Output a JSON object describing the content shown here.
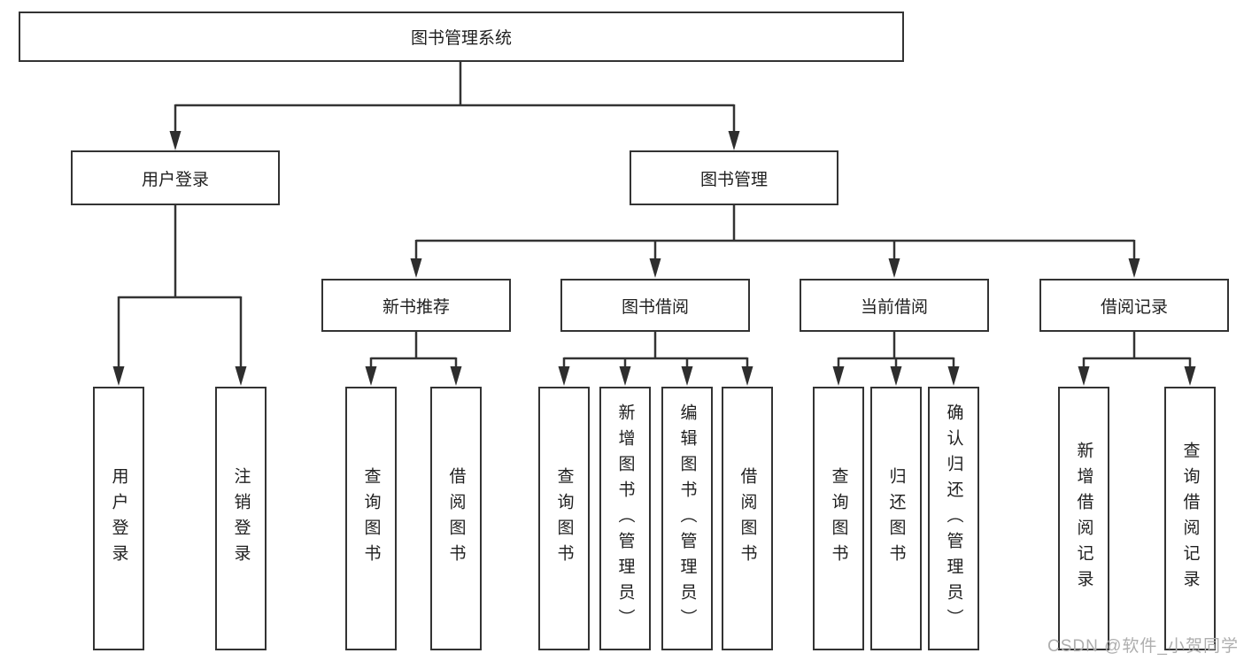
{
  "diagram": {
    "type": "tree",
    "colors": {
      "line": "#333333",
      "box_border": "#333333",
      "box_fill": "#ffffff",
      "text": "#1f1f1f",
      "background": "#ffffff",
      "watermark": "#aeaeae"
    },
    "tree": {
      "label": "图书管理系统",
      "children": [
        {
          "label": "用户登录",
          "children": [
            {
              "label": "用户登录"
            },
            {
              "label": "注销登录"
            }
          ]
        },
        {
          "label": "图书管理",
          "children": [
            {
              "label": "新书推荐",
              "children": [
                {
                  "label": "查询图书"
                },
                {
                  "label": "借阅图书"
                }
              ]
            },
            {
              "label": "图书借阅",
              "children": [
                {
                  "label": "查询图书"
                },
                {
                  "label": "新增图书（管理员）"
                },
                {
                  "label": "编辑图书（管理员）"
                },
                {
                  "label": "借阅图书"
                }
              ]
            },
            {
              "label": "当前借阅",
              "children": [
                {
                  "label": "查询图书"
                },
                {
                  "label": "归还图书"
                },
                {
                  "label": "确认归还（管理员）"
                }
              ]
            },
            {
              "label": "借阅记录",
              "children": [
                {
                  "label": "新增借阅记录"
                },
                {
                  "label": "查询借阅记录"
                }
              ]
            }
          ]
        }
      ]
    }
  },
  "watermark": {
    "text": "CSDN @软件_小贺同学"
  }
}
